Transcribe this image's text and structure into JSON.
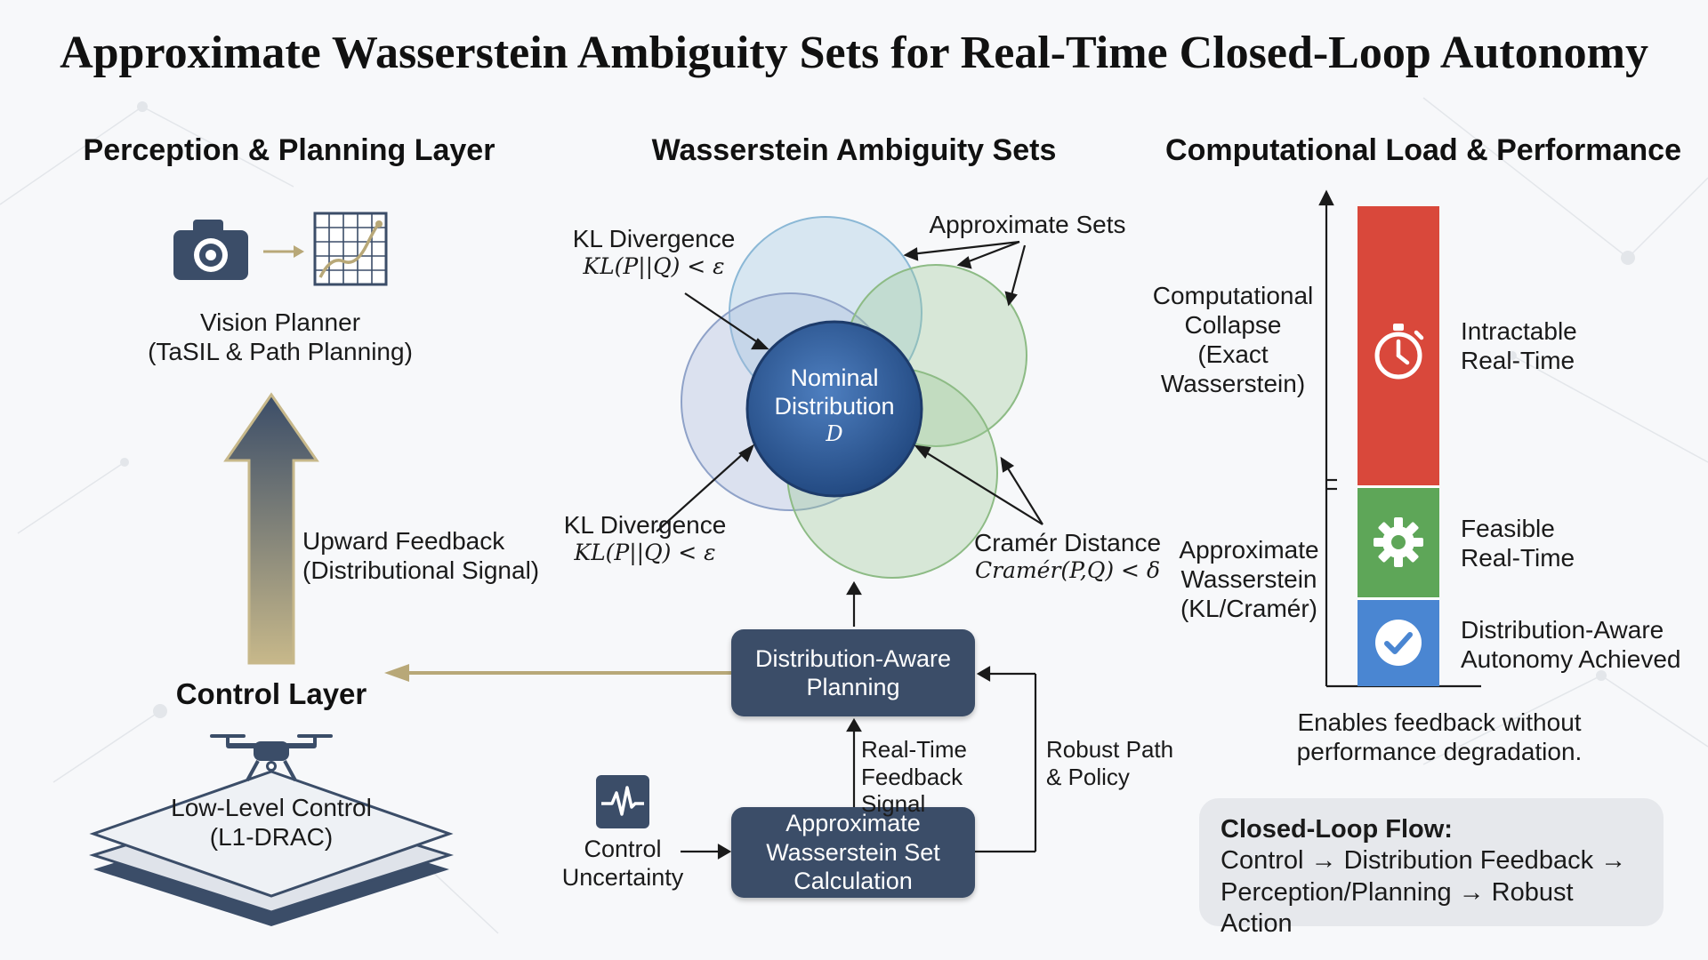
{
  "title": "Approximate Wasserstein Ambiguity Sets for Real-Time Closed-Loop Autonomy",
  "columns": {
    "left": "Perception & Planning Layer",
    "middle": "Wasserstein Ambiguity Sets",
    "right": "Computational Load & Performance"
  },
  "perception": {
    "camera_icon": "camera-icon",
    "plot_icon": "trajectory-plot-icon",
    "vision_planner_line1": "Vision Planner",
    "vision_planner_line2": "(TaSIL & Path Planning)"
  },
  "upward_feedback": {
    "line1": "Upward Feedback",
    "line2": "(Distributional Signal)"
  },
  "control": {
    "layer_title": "Control Layer",
    "drone_icon": "drone-icon",
    "low_level_line1": "Low-Level Control",
    "low_level_line2": "(L1-DRAC)"
  },
  "ambiguity": {
    "kl_top_label": "KL Divergence",
    "kl_top_formula": "KL(P||Q) < ε",
    "kl_bottom_label": "KL Divergence",
    "kl_bottom_formula": "KL(P||Q) < ε",
    "approx_sets_label": "Approximate Sets",
    "cramer_label": "Cramér Distance",
    "cramer_formula": "Cramér(P,Q) < δ",
    "nominal_line1": "Nominal",
    "nominal_line2": "Distribution",
    "nominal_symbol": "D"
  },
  "pipeline": {
    "planning_line1": "Distribution-Aware",
    "planning_line2": "Planning",
    "calc_line1": "Approximate",
    "calc_line2": "Wasserstein Set",
    "calc_line3": "Calculation",
    "rt_signal_line1": "Real-Time",
    "rt_signal_line2": "Feedback Signal",
    "robust_line1": "Robust Path",
    "robust_line2": "& Policy",
    "uncertainty_icon": "waveform-icon",
    "uncertainty_line1": "Control",
    "uncertainty_line2": "Uncertainty"
  },
  "performance": {
    "collapse_line1": "Computational",
    "collapse_line2": "Collapse",
    "collapse_line3": "(Exact",
    "collapse_line4": "Wasserstein)",
    "approx_line1": "Approximate",
    "approx_line2": "Wasserstein",
    "approx_line3": "(KL/Cramér)",
    "intractable_line1": "Intractable",
    "intractable_line2": "Real-Time",
    "feasible_line1": "Feasible",
    "feasible_line2": "Real-Time",
    "aware_line1": "Distribution-Aware",
    "aware_line2": "Autonomy Achieved",
    "enables_line1": "Enables feedback without",
    "enables_line2": "performance degradation.",
    "timer_icon": "stopwatch-icon",
    "gear_icon": "gear-icon",
    "check_icon": "check-circle-icon"
  },
  "closed_loop": {
    "title": "Closed-Loop Flow:",
    "line1": "Control → Distribution Feedback →",
    "line2": "Perception/Planning → Robust Action"
  },
  "colors": {
    "dark_box": "#3b4d68",
    "gold_arrow": "#b8a878",
    "red_segment": "#d9483b",
    "green_segment": "#5ea658",
    "blue_segment": "#4a86d2",
    "nominal_blue": "#2f5f9e"
  }
}
